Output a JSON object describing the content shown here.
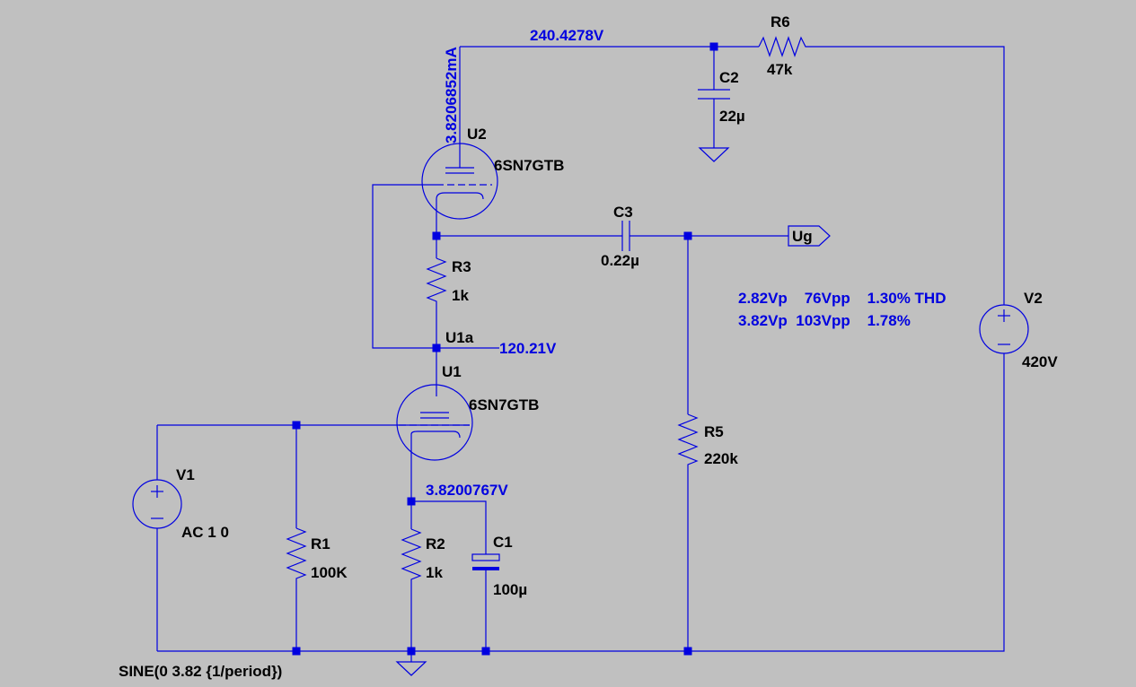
{
  "components": {
    "u2": {
      "ref": "U2",
      "model": "6SN7GTB"
    },
    "u1": {
      "ref": "U1",
      "model": "6SN7GTB"
    },
    "r6": {
      "ref": "R6",
      "value": "47k"
    },
    "c2": {
      "ref": "C2",
      "value": "22µ"
    },
    "c3": {
      "ref": "C3",
      "value": "0.22µ"
    },
    "r3": {
      "ref": "R3",
      "value": "1k"
    },
    "r5": {
      "ref": "R5",
      "value": "220k"
    },
    "r1": {
      "ref": "R1",
      "value": "100K"
    },
    "r2": {
      "ref": "R2",
      "value": "1k"
    },
    "c1": {
      "ref": "C1",
      "value": "100µ"
    },
    "v1": {
      "ref": "V1",
      "value": "AC 1 0",
      "source": "SINE(0 3.82 {1/period})"
    },
    "v2": {
      "ref": "V2",
      "value": "420V"
    }
  },
  "net_labels": {
    "u1a": "U1a",
    "ug": "Ug"
  },
  "operating_point": {
    "plate_voltage": "240.4278V",
    "plate_current": "3.8206852mA",
    "midpoint_voltage": "120.21V",
    "cathode_voltage": "3.8200767V"
  },
  "notes": {
    "line1": "2.82Vp    76Vpp    1.30% THD",
    "line2": "3.82Vp  103Vpp    1.78%"
  },
  "colors": {
    "wire": "#0000e0",
    "background": "#c0c0c0",
    "label": "#000000",
    "annotation": "#0000e0"
  }
}
